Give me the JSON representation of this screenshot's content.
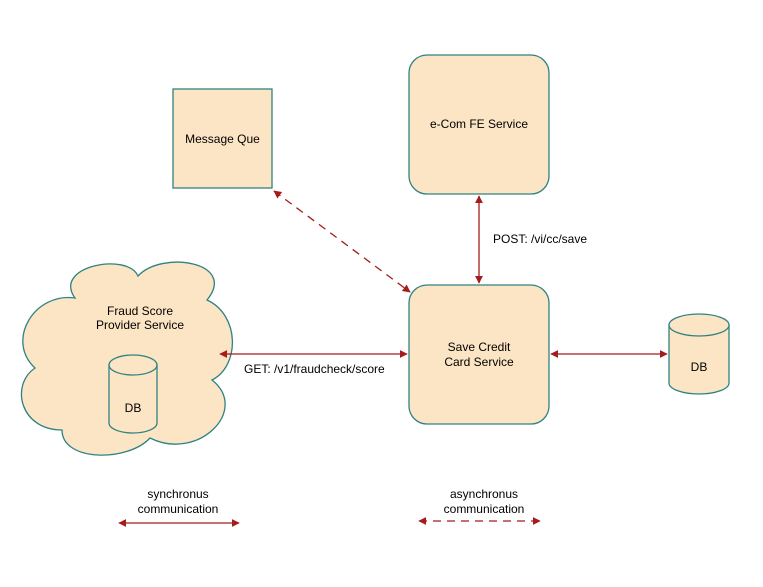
{
  "colors": {
    "node_fill": "#fce5c4",
    "node_stroke": "#2f8282",
    "arrow": "#a51c1c",
    "text": "#000000"
  },
  "nodes": {
    "message_que": {
      "label": "Message Que"
    },
    "ecom_fe": {
      "label": "e-Com FE Service"
    },
    "fraud_score": {
      "label_line1": "Fraud Score",
      "label_line2": "Provider Service",
      "db_label": "DB"
    },
    "save_credit": {
      "label_line1": "Save Credit",
      "label_line2": "Card Service"
    },
    "db_right": {
      "label": "DB"
    }
  },
  "edges": {
    "post": {
      "label": "POST: /vi/cc/save"
    },
    "get": {
      "label": "GET:  /v1/fraudcheck/score"
    }
  },
  "legend": {
    "sync_line1": "synchronus",
    "sync_line2": "communication",
    "async_line1": "asynchronus",
    "async_line2": "communication"
  }
}
